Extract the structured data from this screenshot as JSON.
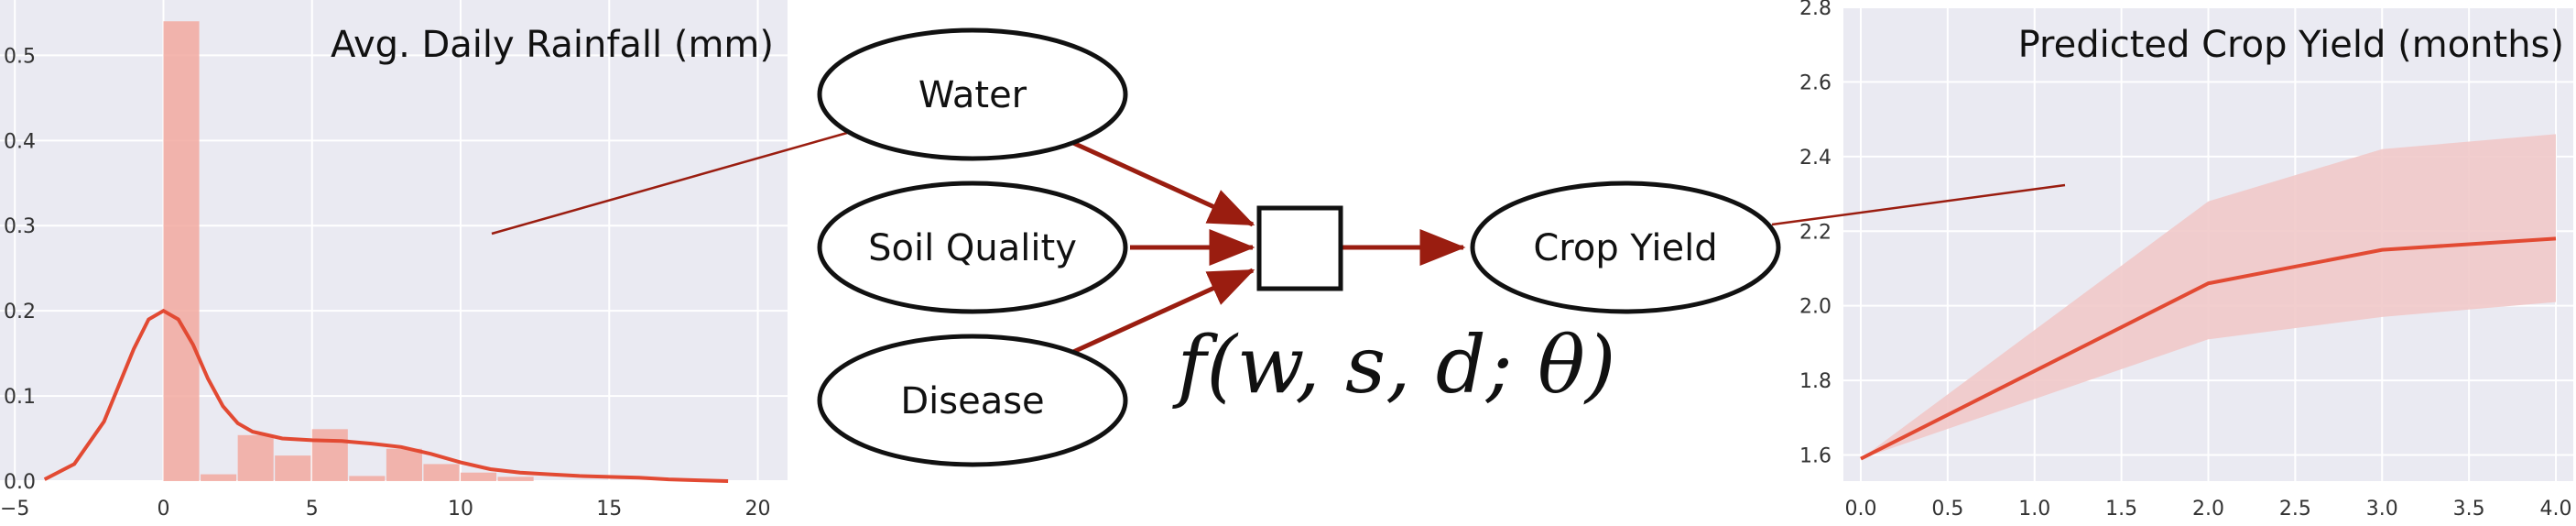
{
  "colors": {
    "plot_background": "#eaeaf2",
    "grid": "#ffffff",
    "accent": "#e24a33",
    "bar_fill": "#f2a9a0",
    "band_fill": "#f1c9c9",
    "arrow": "#9a1d10"
  },
  "diagram": {
    "nodes": {
      "water": "Water",
      "soil": "Soil Quality",
      "disease": "Disease",
      "crop": "Crop Yield"
    },
    "function_label": "f(w, s, d; θ)"
  },
  "chart_data": [
    {
      "type": "bar",
      "title": "Avg. Daily Rainfall (mm)",
      "xlabel": "",
      "ylabel": "",
      "xlim": [
        -5.5,
        21
      ],
      "ylim": [
        0,
        0.565
      ],
      "xticks": [
        -5,
        0,
        5,
        10,
        15,
        20
      ],
      "yticks": [
        0.0,
        0.1,
        0.2,
        0.3,
        0.4,
        0.5
      ],
      "bins": [
        {
          "x0": 0,
          "x1": 1.25,
          "value": 0.54
        },
        {
          "x0": 1.25,
          "x1": 2.5,
          "value": 0.008
        },
        {
          "x0": 2.5,
          "x1": 3.75,
          "value": 0.054
        },
        {
          "x0": 3.75,
          "x1": 5.0,
          "value": 0.03
        },
        {
          "x0": 5.0,
          "x1": 6.25,
          "value": 0.061
        },
        {
          "x0": 6.25,
          "x1": 7.5,
          "value": 0.006
        },
        {
          "x0": 7.5,
          "x1": 8.75,
          "value": 0.038
        },
        {
          "x0": 8.75,
          "x1": 10.0,
          "value": 0.02
        },
        {
          "x0": 10.0,
          "x1": 11.25,
          "value": 0.01
        },
        {
          "x0": 11.25,
          "x1": 12.5,
          "value": 0.005
        }
      ],
      "density": {
        "x": [
          -4,
          -3,
          -2,
          -1,
          -0.5,
          0,
          0.5,
          1,
          1.5,
          2,
          2.5,
          3,
          4,
          5,
          6,
          7,
          8,
          9,
          10,
          11,
          12,
          13,
          14,
          15,
          16,
          17,
          18,
          19
        ],
        "y": [
          0.002,
          0.02,
          0.07,
          0.155,
          0.19,
          0.2,
          0.19,
          0.16,
          0.12,
          0.088,
          0.068,
          0.058,
          0.05,
          0.048,
          0.047,
          0.044,
          0.04,
          0.032,
          0.022,
          0.014,
          0.01,
          0.008,
          0.006,
          0.005,
          0.004,
          0.002,
          0.001,
          0.0
        ]
      }
    },
    {
      "type": "line",
      "title": "Predicted Crop Yield (months)",
      "xlabel": "",
      "ylabel": "",
      "xlim": [
        -0.1,
        4.1
      ],
      "ylim": [
        1.53,
        2.8
      ],
      "xticks": [
        0.0,
        0.5,
        1.0,
        1.5,
        2.0,
        2.5,
        3.0,
        3.5,
        4.0
      ],
      "yticks": [
        1.6,
        1.8,
        2.0,
        2.2,
        2.4,
        2.6,
        2.8
      ],
      "x": [
        0,
        2,
        3,
        4
      ],
      "y": [
        1.59,
        2.06,
        2.15,
        2.18
      ],
      "lower": [
        1.59,
        1.91,
        1.97,
        2.01
      ],
      "upper": [
        1.59,
        2.28,
        2.42,
        2.46
      ]
    }
  ]
}
